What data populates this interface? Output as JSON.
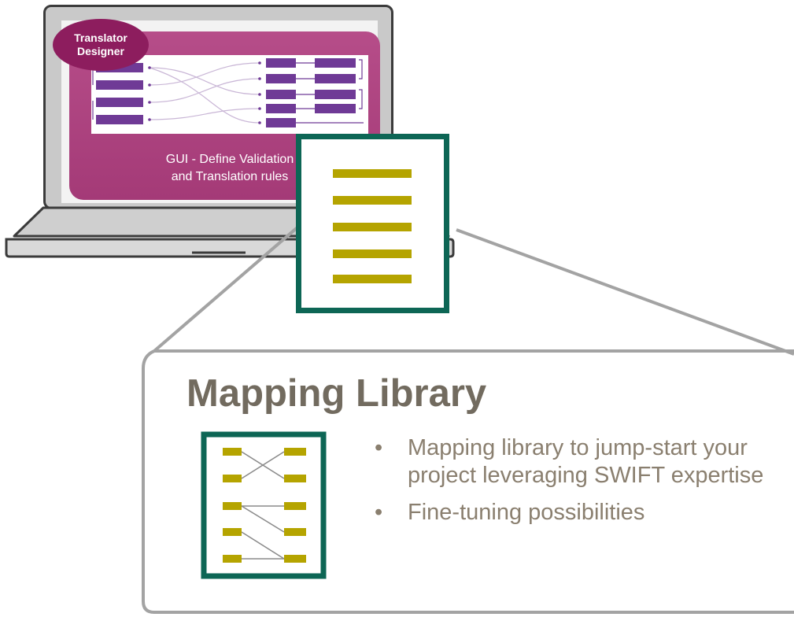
{
  "laptop": {
    "badge_line1": "Translator",
    "badge_line2": "Designer",
    "caption_line1": "GUI - Define Validation",
    "caption_line2": "and Translation rules"
  },
  "callout": {
    "title": "Mapping Library",
    "bullets": [
      "Mapping library to jump-start your project leveraging SWIFT expertise",
      "Fine-tuning possibilities"
    ]
  },
  "colors": {
    "badge": "#8d1d5e",
    "gui_panel": "#a43a77",
    "document_border": "#0d6655",
    "document_lines": "#b5a400",
    "mapping_boxes": "#6f3a96",
    "title_text": "#726b5f",
    "bullet_text": "#8a7f6f"
  }
}
